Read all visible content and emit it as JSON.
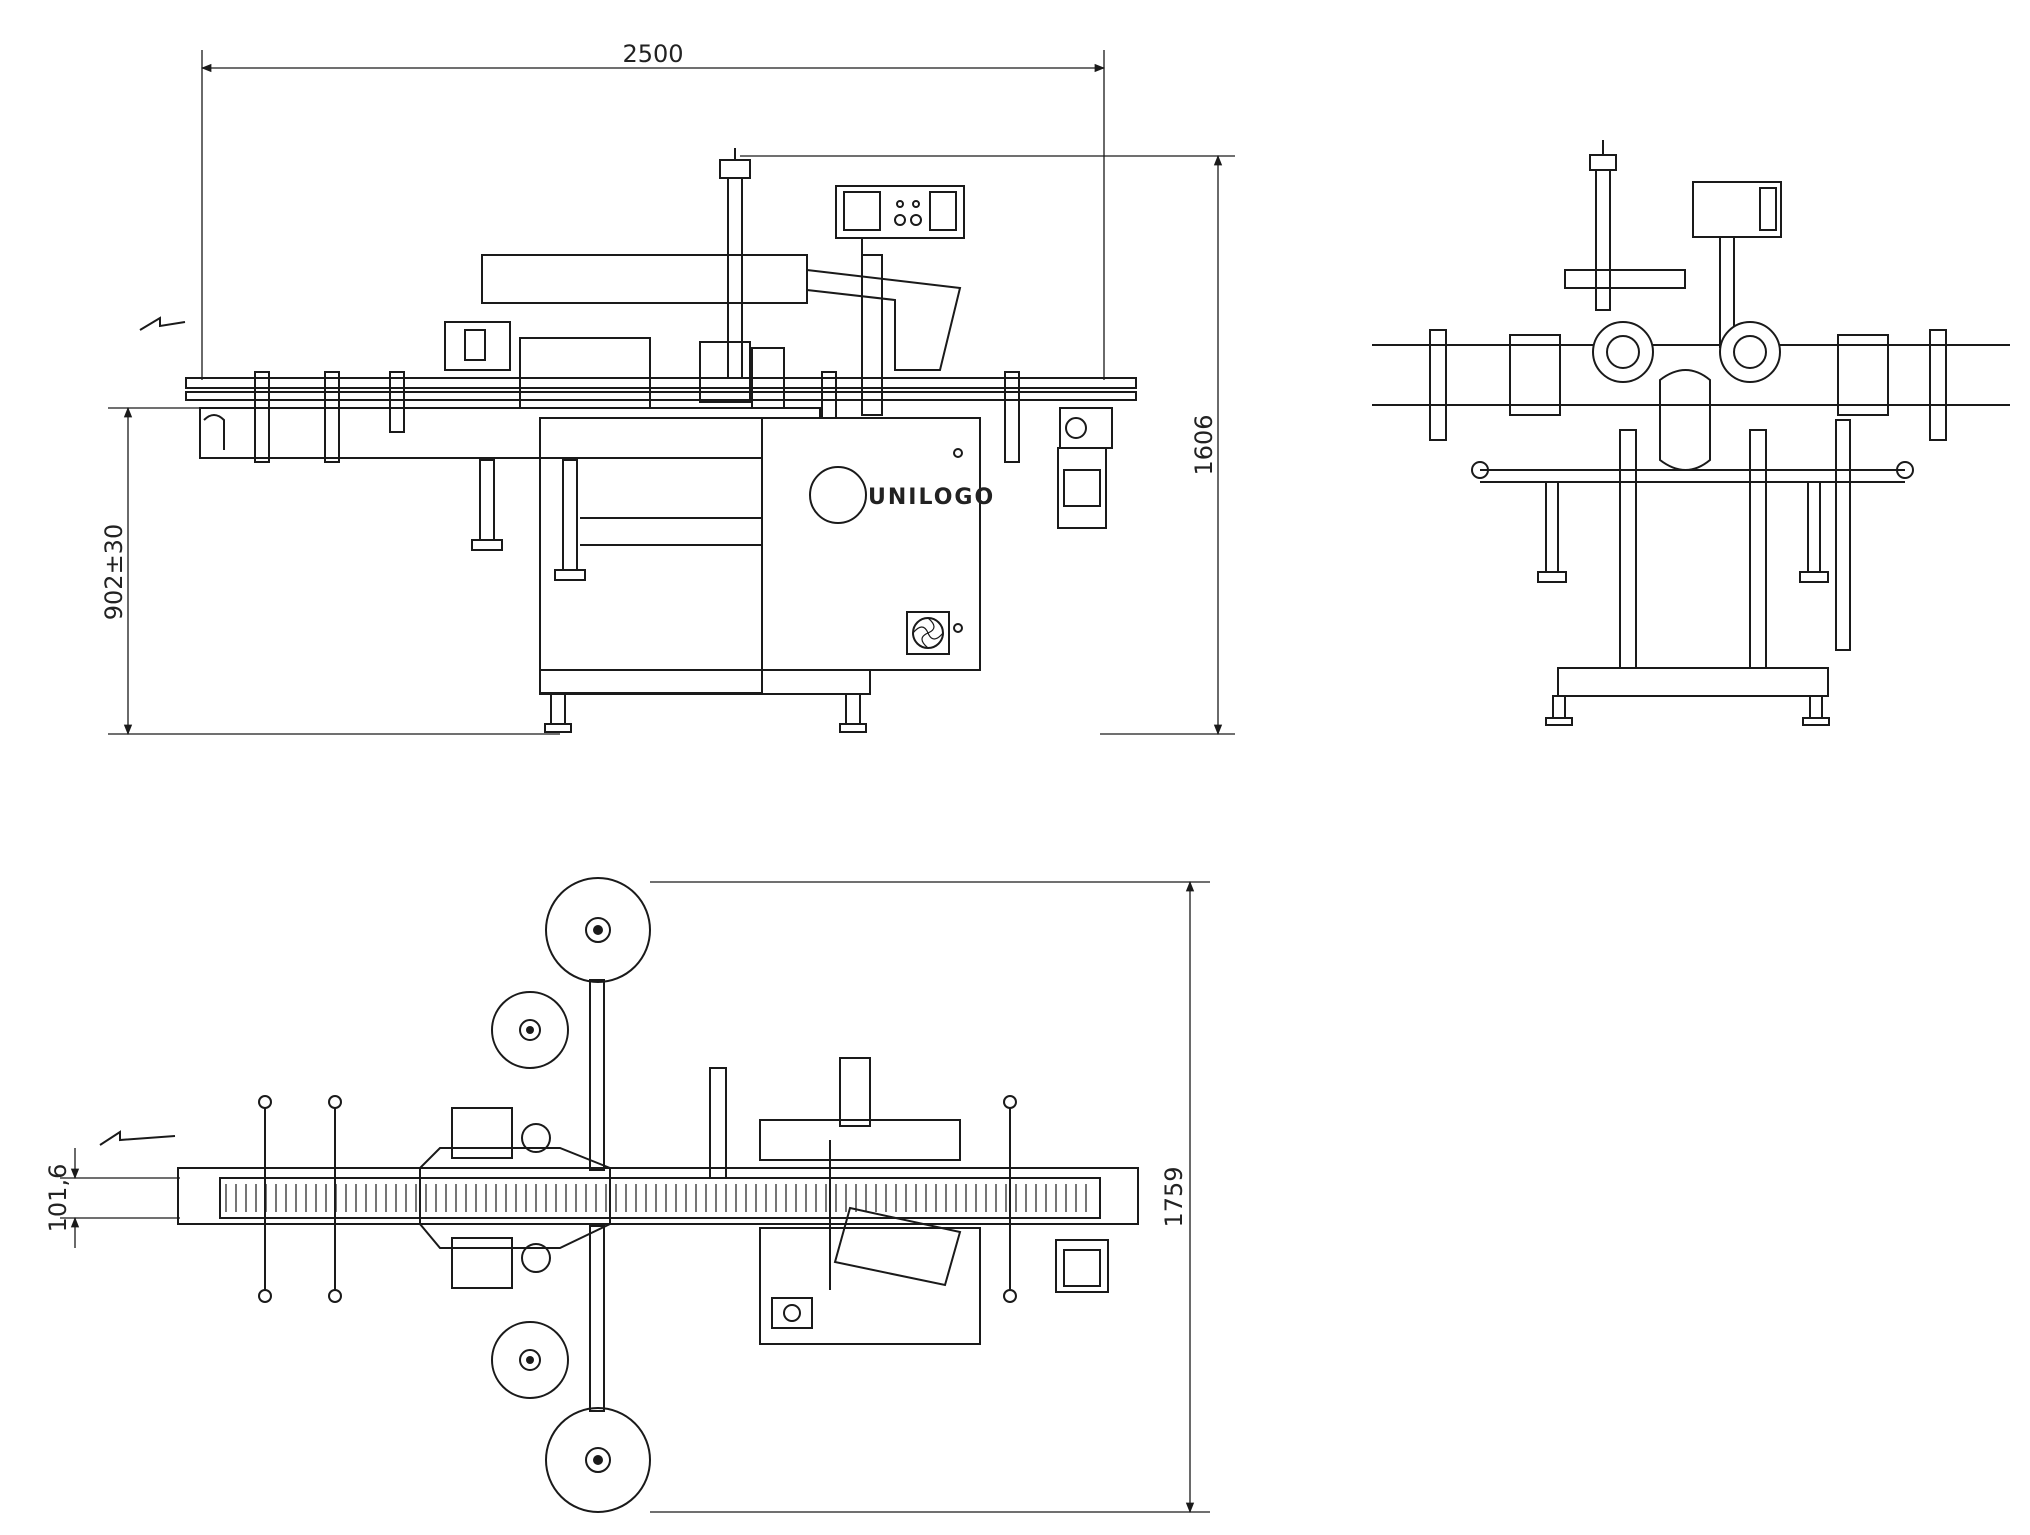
{
  "logo_text": "UNILOGO",
  "dimensions": {
    "overall_length": "2500",
    "overall_height": "1606",
    "working_height": "902±30",
    "overall_width": "1759",
    "conveyor_width": "101,6"
  },
  "icons": [
    "flow-direction-arrow-icon",
    "fan-vent-icon",
    "control-panel-icon",
    "label-reel-icon"
  ],
  "colors": {
    "line": "#1a1a1a",
    "background": "#ffffff"
  }
}
